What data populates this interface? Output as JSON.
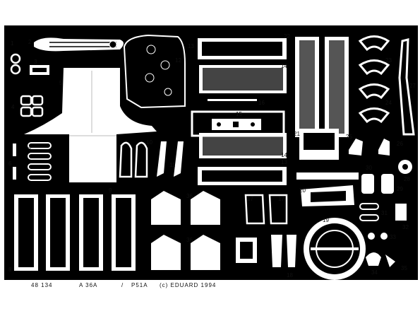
{
  "footer": {
    "kit_number": "48 134",
    "title_a": "A 36A",
    "separator": "/",
    "title_b": "P51A",
    "copyright": "(c) EDUARD 1994"
  },
  "part_numbers": [
    "1",
    "2",
    "3",
    "4",
    "5",
    "6",
    "7",
    "8",
    "9",
    "10",
    "11",
    "12",
    "13",
    "14",
    "15",
    "16",
    "17",
    "18",
    "19",
    "20",
    "21",
    "22",
    "23",
    "24",
    "25",
    "26",
    "27",
    "28",
    "29",
    "30",
    "31",
    "32",
    "33",
    "34",
    "35",
    "36"
  ],
  "colors": {
    "fret": "#000000",
    "paper": "#ffffff",
    "part_white": "#ffffff",
    "part_grey": "#9a9a9a"
  }
}
